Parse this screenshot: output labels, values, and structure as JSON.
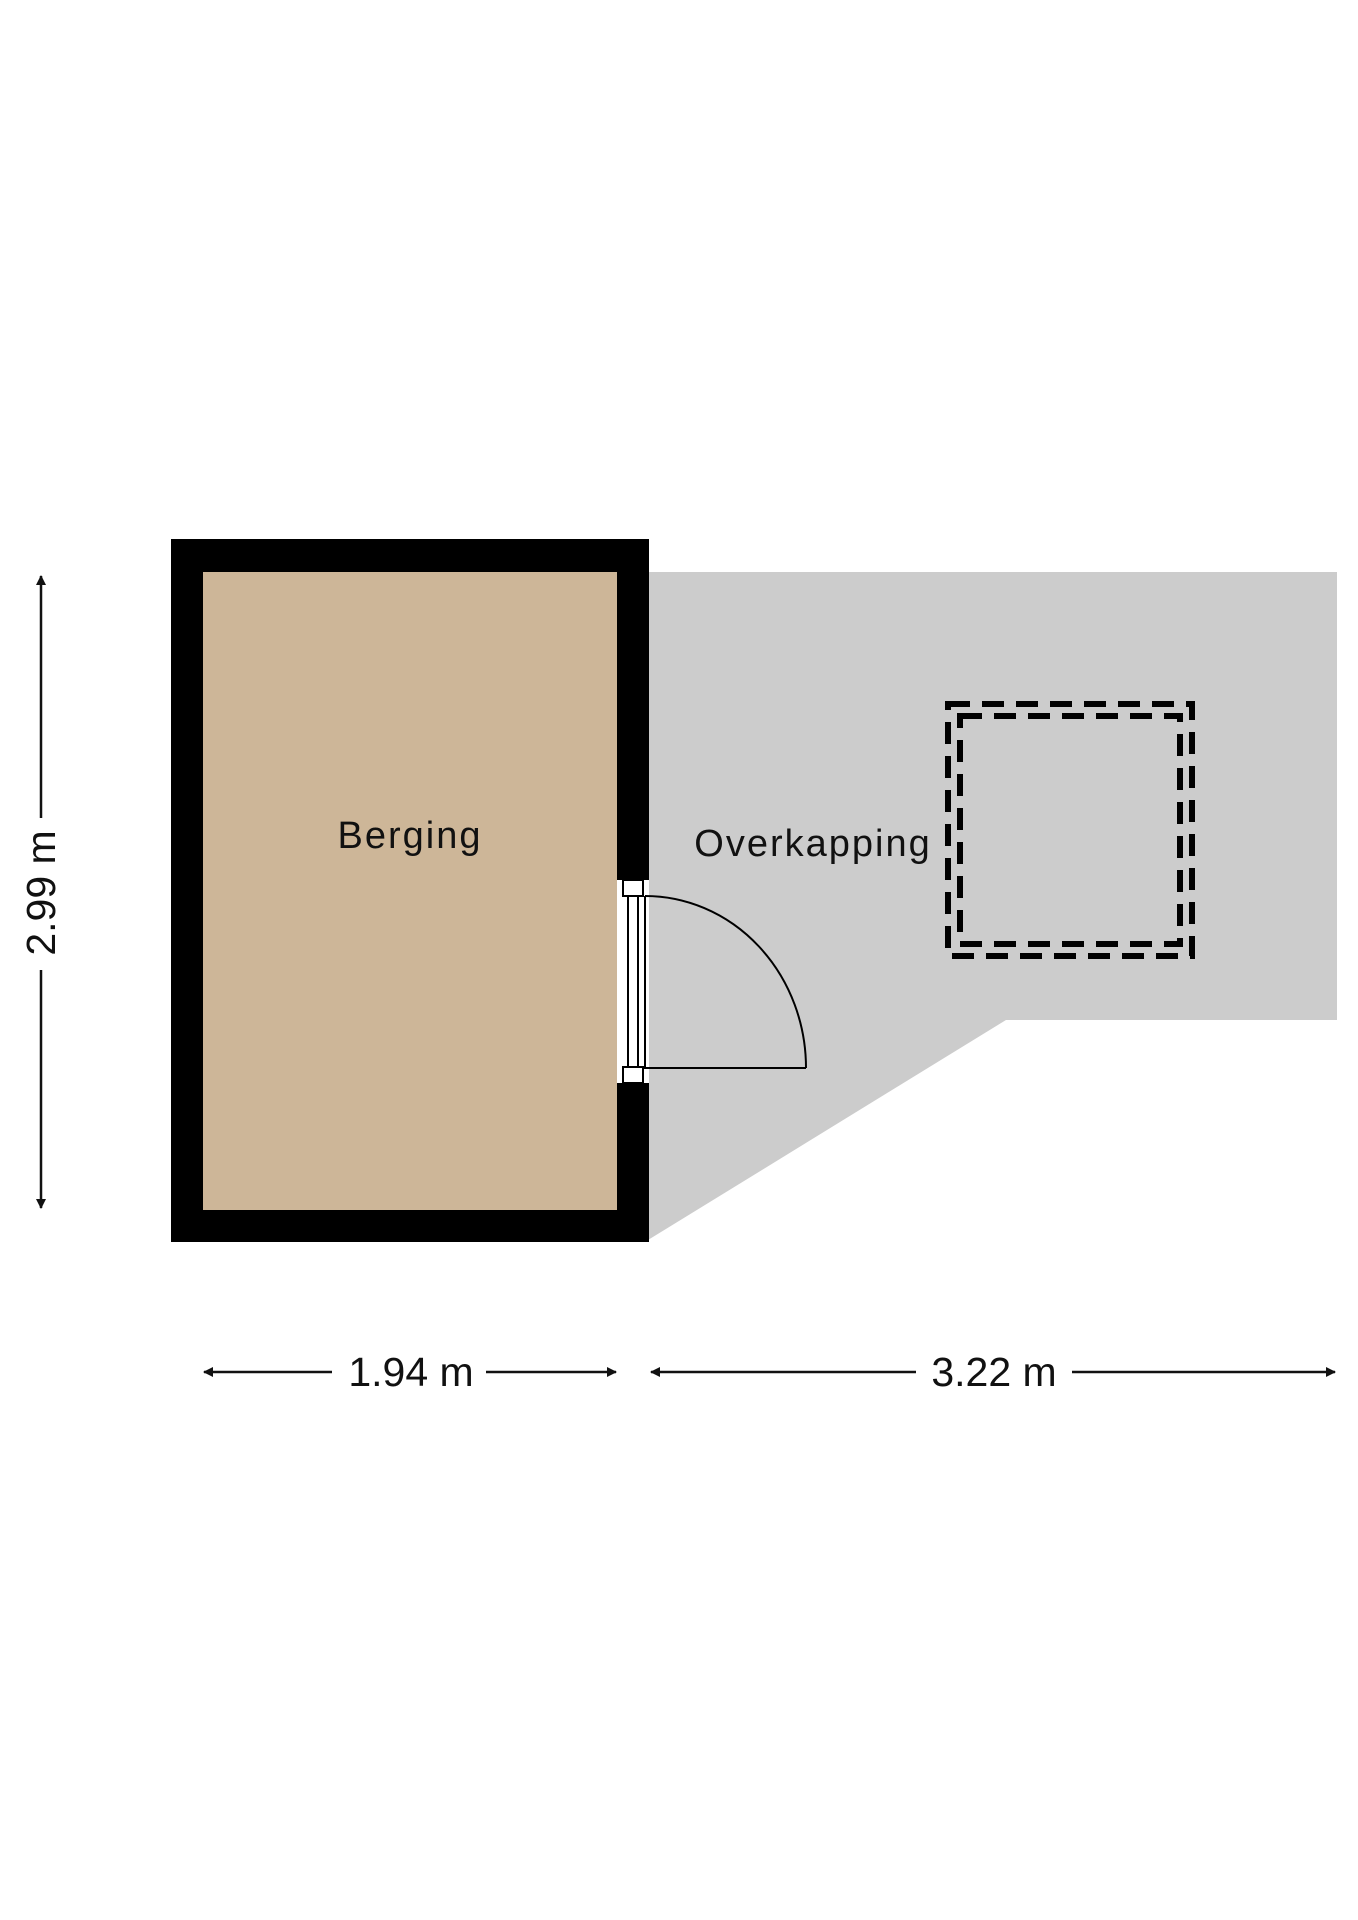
{
  "rooms": {
    "berging": {
      "label": "Berging"
    },
    "overkapping": {
      "label": "Overkapping"
    }
  },
  "dimensions": {
    "height": "2.99 m",
    "width_berging": "1.94 m",
    "width_overkapping": "3.22 m"
  },
  "colors": {
    "berging_floor": "#CDB698",
    "overkapping_floor": "#CCCCCC",
    "walls": "#000000",
    "background": "#FFFFFF"
  }
}
